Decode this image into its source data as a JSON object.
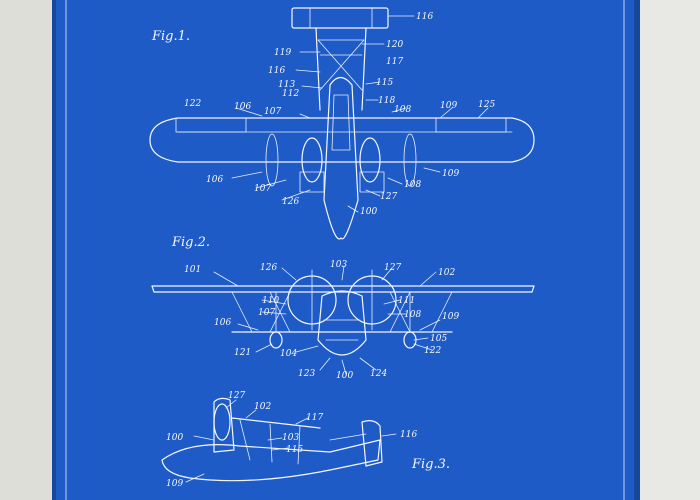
{
  "figure_labels": [
    "Fig.1.",
    "Fig.2.",
    "Fig.3."
  ],
  "callouts": [
    "116",
    "120",
    "119",
    "117",
    "116",
    "113",
    "112",
    "115",
    "118",
    "122",
    "106",
    "107",
    "108",
    "109",
    "125",
    "106",
    "107",
    "126",
    "127",
    "108",
    "109",
    "100",
    "101",
    "126",
    "103",
    "127",
    "102",
    "110",
    "111",
    "106",
    "107",
    "108",
    "109",
    "105",
    "121",
    "104",
    "122",
    "123",
    "100",
    "124",
    "127",
    "102",
    "117",
    "100",
    "103",
    "115",
    "116",
    "109"
  ],
  "colors": {
    "blueprint": "#1e5bc6",
    "ink": "#f4f7ff",
    "wall": "#e8e8e4"
  }
}
